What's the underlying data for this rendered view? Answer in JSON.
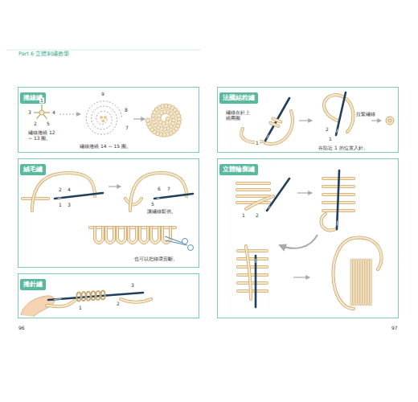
{
  "diagram": {
    "nodes": [
      {
        "text": [
          "捲線繡"
        ]
      },
      {
        "text": [
          "絨毛繡"
        ]
      },
      {
        "text": [
          "捲針繡"
        ]
      },
      {
        "text": [
          "法國結粒繡"
        ]
      },
      {
        "text": [
          "立體輪廓繡"
        ]
      }
    ],
    "labels": [
      "Part 6 立體刺繡教學",
      "1",
      "3",
      "4",
      "2",
      "5",
      "繡線捲繞 12 ~ 13 圈。",
      "9",
      "8",
      "7",
      "繡線捲繞 14 ~ 15 圈。",
      "2",
      "4",
      "1",
      "3",
      "6",
      "7",
      "5",
      "讓繡線鬆弛。",
      "也可以把線環剪斷。",
      "3",
      "1",
      "2",
      "繡線在針上 繞兩圈",
      "1",
      "2",
      "1",
      "拉緊繡線",
      "在貼近 1 的位置入針。",
      "1",
      "2",
      "96",
      "97"
    ]
  }
}
